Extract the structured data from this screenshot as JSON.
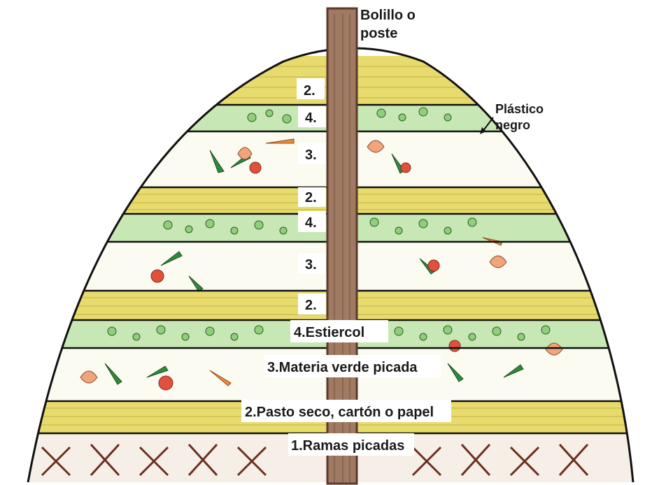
{
  "labels": {
    "post": [
      "Bolillo o",
      "poste"
    ],
    "plastic": [
      "Plástico",
      "negro"
    ],
    "layers": {
      "two_top": "2.",
      "four_a": "4.",
      "three_a": "3.",
      "two_b": "2.",
      "four_b": "4.",
      "three_b": "3.",
      "two_c": "2.",
      "four_c": "4.Estiercol",
      "three_c": "3.Materia verde picada",
      "two_d": "2.Pasto seco, cartón o papel",
      "one": "1.Ramas picadas"
    }
  },
  "colors": {
    "straw": "#e8db6e",
    "straw_line": "#b8a63a",
    "manure": "#9fd68a",
    "manure_line": "#2f5a2a",
    "branches": "#6b2f1f",
    "post": "#a07a63",
    "post_dark": "#5a3a2b",
    "outline": "#111111"
  }
}
